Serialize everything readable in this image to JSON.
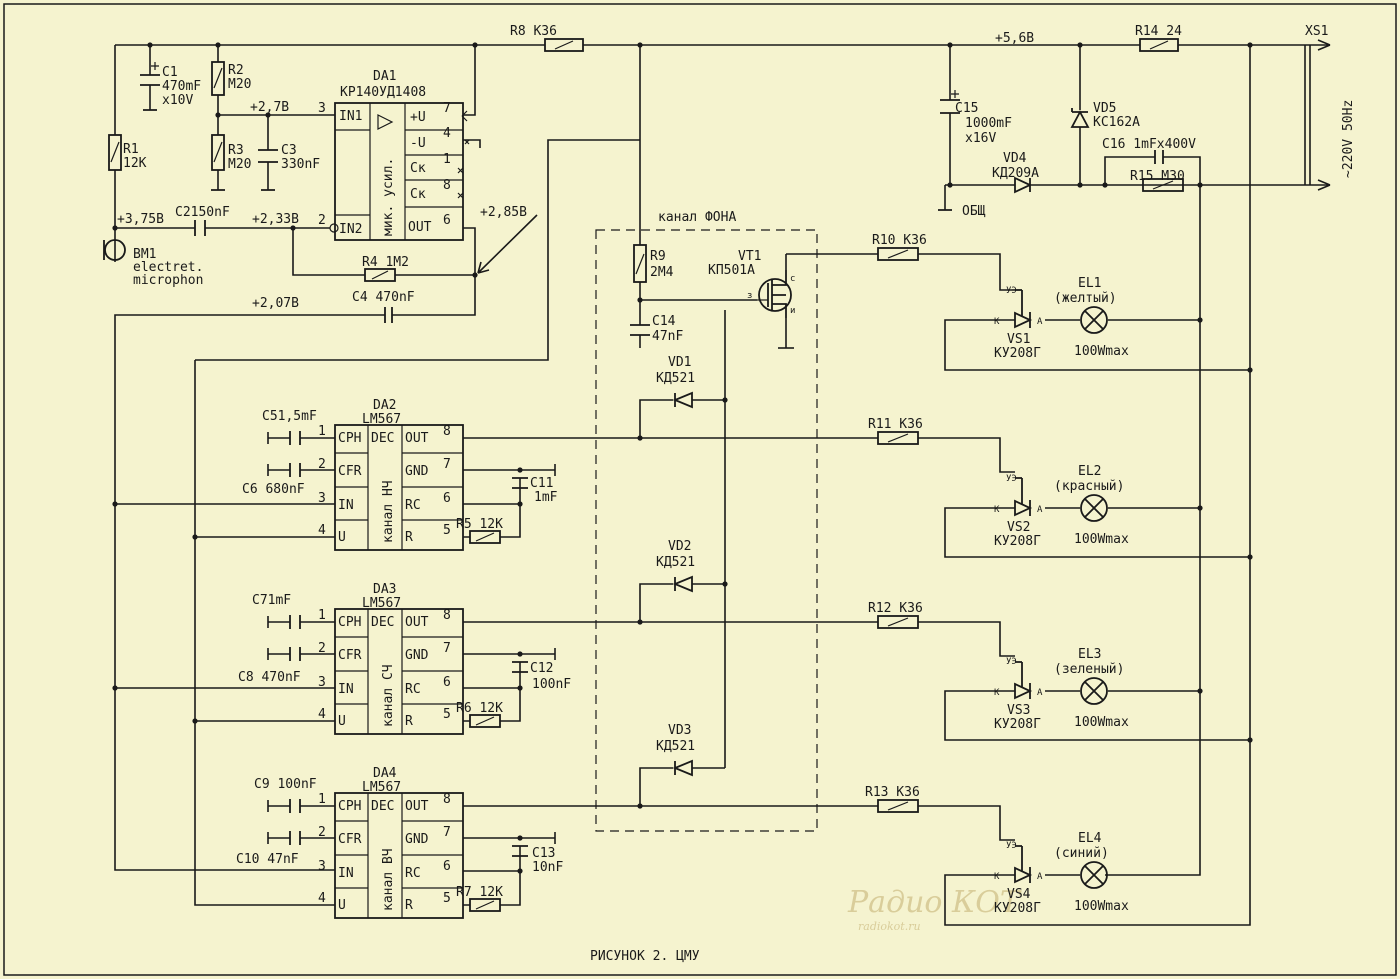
{
  "title": "РИСУНОК 2.   ЦМУ",
  "watermark": {
    "brand": "Радио КОТ",
    "url": "radiokot.ru"
  },
  "rails": {
    "supply": "+5,6В",
    "ground": "ОБЩ",
    "mains": "~220V 50Hz",
    "connector": "XS1"
  },
  "nodes": {
    "n1": "+3,75В",
    "n2": "+2,7В",
    "n3": "+2,33В",
    "n4": "+2,85В",
    "n5": "+2,07В"
  },
  "box_label": "канал ФОНА",
  "components": {
    "R1": {
      "ref": "R1",
      "value": "12K"
    },
    "R2": {
      "ref": "R2",
      "value": "M20"
    },
    "R3": {
      "ref": "R3",
      "value": "M20"
    },
    "R4": {
      "label": "R4 1M2"
    },
    "R5": {
      "label": "R5 12K"
    },
    "R6": {
      "label": "R6 12K"
    },
    "R7": {
      "label": "R7 12K"
    },
    "R8": {
      "label": "R8 K36"
    },
    "R9": {
      "ref": "R9",
      "value": "2M4"
    },
    "R10": {
      "label": "R10 K36"
    },
    "R11": {
      "label": "R11 K36"
    },
    "R12": {
      "label": "R12 K36"
    },
    "R13": {
      "label": "R13 K36"
    },
    "R14": {
      "label": "R14 24"
    },
    "R15": {
      "label": "R15  M30"
    },
    "C1": {
      "ref": "C1",
      "value": "470mF",
      "volt": "x10V"
    },
    "C2": {
      "label": "C2150nF"
    },
    "C3": {
      "ref": "C3",
      "value": "330nF"
    },
    "C4": {
      "label": "C4 470nF"
    },
    "C5": {
      "label": "C51,5mF"
    },
    "C6": {
      "label": "C6 680nF"
    },
    "C7": {
      "label": "C71mF"
    },
    "C8": {
      "label": "C8 470nF"
    },
    "C9": {
      "label": "C9 100nF"
    },
    "C10": {
      "label": "C10 47nF"
    },
    "C11": {
      "ref": "C11",
      "value": "1mF"
    },
    "C12": {
      "ref": "C12",
      "value": "100nF"
    },
    "C13": {
      "ref": "C13",
      "value": "10nF"
    },
    "C14": {
      "ref": "C14",
      "value": "47nF"
    },
    "C15": {
      "ref": "C15",
      "value": "1000mF",
      "volt": "x16V"
    },
    "C16": {
      "label": "C16 1mFx400V"
    },
    "VD1": {
      "ref": "VD1",
      "value": "КД521"
    },
    "VD2": {
      "ref": "VD2",
      "value": "КД521"
    },
    "VD3": {
      "ref": "VD3",
      "value": "КД521"
    },
    "VD4": {
      "ref": "VD4",
      "value": "КД209А"
    },
    "VD5": {
      "ref": "VD5",
      "value": "КС162А"
    },
    "VT1": {
      "ref": "VT1",
      "value": "КП501А",
      "pin_s": "с",
      "pin_g": "з",
      "pin_d": "и"
    },
    "BM1": {
      "ref": "BM1",
      "line1": "electret.",
      "line2": "microphon"
    }
  },
  "da1": {
    "ref": "DA1",
    "part": "КР140УД1408",
    "inner": "мик. усил.",
    "left": [
      {
        "num": "3",
        "name": "IN1"
      },
      {
        "num": "2",
        "name": "IN2"
      }
    ],
    "right": [
      {
        "num": "7",
        "name": "+U"
      },
      {
        "num": "4",
        "name": "-U"
      },
      {
        "num": "1",
        "name": "Cк"
      },
      {
        "num": "8",
        "name": "Cк"
      },
      {
        "num": "6",
        "name": "OUT"
      }
    ]
  },
  "tone_decoders": [
    {
      "ref": "DA2",
      "part": "LM567",
      "channel": "канал НЧ"
    },
    {
      "ref": "DA3",
      "part": "LM567",
      "channel": "канал СЧ"
    },
    {
      "ref": "DA4",
      "part": "LM567",
      "channel": "канал ВЧ"
    }
  ],
  "lm567_left": [
    {
      "num": "1",
      "name": "CPH"
    },
    {
      "num": "2",
      "name": "CFR"
    },
    {
      "num": "3",
      "name": "IN"
    },
    {
      "num": "4",
      "name": "U"
    }
  ],
  "lm567_right": [
    {
      "num": "8",
      "name": "OUT"
    },
    {
      "num": "7",
      "name": "GND"
    },
    {
      "num": "6",
      "name": "RC"
    },
    {
      "num": "5",
      "name": "R"
    }
  ],
  "lm567_mid": "DEC",
  "thyristors": [
    {
      "ref": "VS1",
      "part": "КУ208Г"
    },
    {
      "ref": "VS2",
      "part": "КУ208Г"
    },
    {
      "ref": "VS3",
      "part": "КУ208Г"
    },
    {
      "ref": "VS4",
      "part": "КУ208Г"
    }
  ],
  "thyristor_pins": {
    "gate": "УЭ",
    "cathode": "К",
    "anode": "А"
  },
  "lamps": [
    {
      "ref": "EL1",
      "color": "(желтый)",
      "power": "100Wmax"
    },
    {
      "ref": "EL2",
      "color": "(красный)",
      "power": "100Wmax"
    },
    {
      "ref": "EL3",
      "color": "(зеленый)",
      "power": "100Wmax"
    },
    {
      "ref": "EL4",
      "color": "(синий)",
      "power": "100Wmax"
    }
  ]
}
